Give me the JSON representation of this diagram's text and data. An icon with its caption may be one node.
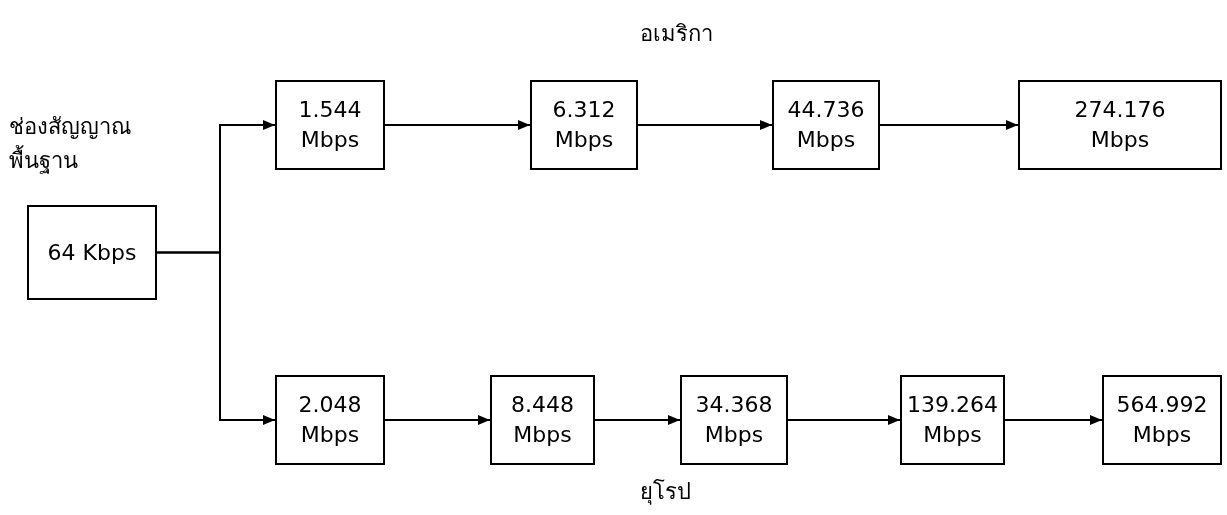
{
  "diagram": {
    "nodes": [
      {
        "text": [
          "64 Kbps"
        ],
        "beside": [
          "ช่องสัญญาณพื้นฐาน"
        ]
      },
      {
        "text": [
          "1.544 Mbps"
        ]
      },
      {
        "text": [
          "6.312 Mbps"
        ]
      },
      {
        "text": [
          "44.736 Mbps"
        ]
      },
      {
        "text": [
          "274.176 Mbps"
        ]
      },
      {
        "text": [
          "2.048 Mbps"
        ]
      },
      {
        "text": [
          "8.448 Mbps"
        ]
      },
      {
        "text": [
          "34.368 Mbps"
        ]
      },
      {
        "text": [
          "139.264 Mbps"
        ]
      },
      {
        "text": [
          "564.992 Mbps"
        ]
      }
    ],
    "edges": [
      {
        "from": 0,
        "to": 1,
        "arrow": "to"
      },
      {
        "from": 0,
        "to": 5,
        "arrow": "to"
      },
      {
        "from": 1,
        "to": 2,
        "arrow": "to"
      },
      {
        "from": 2,
        "to": 3,
        "arrow": "to"
      },
      {
        "from": 3,
        "to": 4,
        "arrow": "to"
      },
      {
        "from": 5,
        "to": 6,
        "arrow": "to"
      },
      {
        "from": 6,
        "to": 7,
        "arrow": "to"
      },
      {
        "from": 7,
        "to": 8,
        "arrow": "to"
      },
      {
        "from": 8,
        "to": 9,
        "arrow": "to"
      }
    ],
    "labels": [
      "อเมริกา",
      "ยุโรป"
    ]
  }
}
